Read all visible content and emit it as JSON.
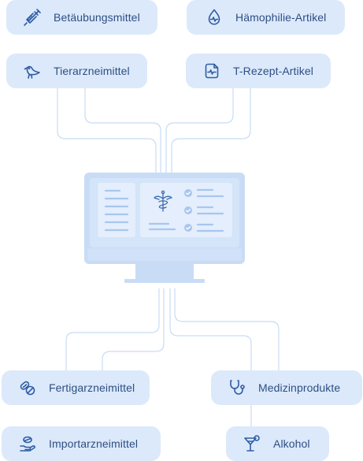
{
  "categories": {
    "top": [
      {
        "label": "Betäubungsmittel",
        "icon": "syringe-icon"
      },
      {
        "label": "Hämophilie-Artikel",
        "icon": "blood-drop-pulse-icon"
      },
      {
        "label": "Tierarzneimittel",
        "icon": "bird-icon"
      },
      {
        "label": "T-Rezept-Artikel",
        "icon": "prescription-pulse-icon"
      }
    ],
    "bottom": [
      {
        "label": "Fertigarzneimittel",
        "icon": "pills-icon"
      },
      {
        "label": "Medizinprodukte",
        "icon": "stethoscope-icon"
      },
      {
        "label": "Importarzneimittel",
        "icon": "hand-pill-icon"
      },
      {
        "label": "Alkohol",
        "icon": "cocktail-glass-icon"
      }
    ]
  },
  "monitor": {
    "center_icon": "caduceus-icon",
    "check_items": 3
  },
  "colors": {
    "pill_bg": "#dce9fb",
    "pill_text": "#2c4f82",
    "icon_stroke": "#2f5da3",
    "connector": "#c7dcf5",
    "monitor_frame": "#c9dcf6",
    "monitor_screen": "#d4e4f9",
    "monitor_panel": "#e4eefc",
    "monitor_line": "#a8c6ef"
  }
}
